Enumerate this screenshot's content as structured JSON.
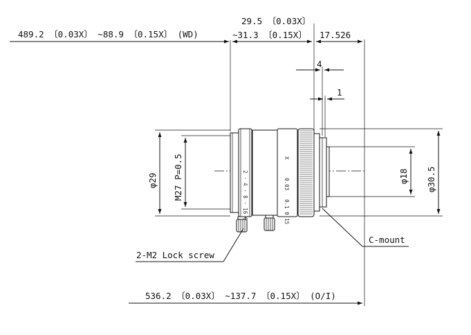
{
  "dimensions": {
    "wd_range": "489.2 〔0.03X〕 ~88.9 〔0.15X〕 (WD)",
    "length_top": "29.5 〔0.03X〕",
    "length_bottom": "~31.3 〔0.15X〕",
    "flange_back": "17.526",
    "step_4": "4",
    "step_1": "1",
    "dia_29": "φ29",
    "filter_thread": "M27 P=0.5",
    "dia_18": "φ18",
    "dia_30_5": "φ30.5",
    "oi_range": "536.2 〔0.03X〕 ~137.7 〔0.15X〕 (O/I)"
  },
  "callouts": {
    "lock_screw": "2-M2 Lock screw",
    "mount": "C-mount"
  },
  "lens_scale": {
    "focus_marks": "2 · 4 · 8 · 16 C",
    "mag_x": "X",
    "mag_003": "0.03",
    "mag_01": "0.1 0.15"
  }
}
